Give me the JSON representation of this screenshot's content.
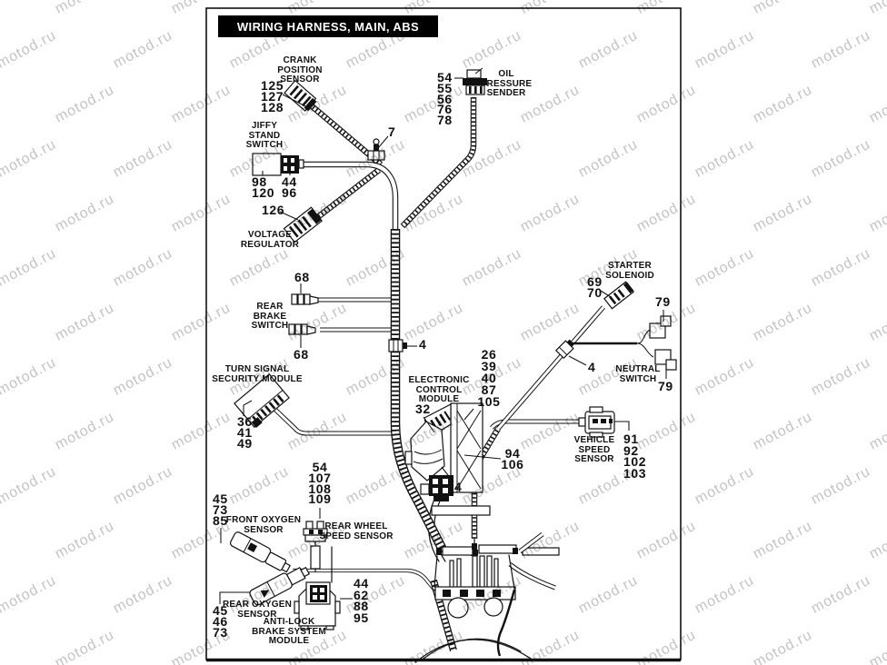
{
  "title": "WIRING HARNESS, MAIN, ABS",
  "watermark": {
    "text": "motod.ru",
    "color": "#c4c4c4"
  },
  "colors": {
    "line": "#111111",
    "title_bg": "#000000",
    "title_fg": "#ffffff",
    "paper": "#ffffff"
  },
  "labels": {
    "crank": {
      "name": "CRANK\nPOSITION\nSENSOR",
      "nums": "125\n127\n128"
    },
    "jiffy": {
      "name": "JIFFY\nSTAND\nSWITCH",
      "nums_left": "98\n120",
      "nums_right": "44\n96"
    },
    "voltage": {
      "name": "VOLTAGE\nREGULATOR",
      "nums": "126"
    },
    "oil": {
      "name": "OIL\nPRESSURE\nSENDER",
      "nums": "54\n55\n56\n76\n78"
    },
    "clamp7": "7",
    "rear_brake": {
      "name": "REAR\nBRAKE\nSWITCH",
      "num_top": "68",
      "num_bottom": "68"
    },
    "clamp4_main": "4",
    "tssm": {
      "name": "TURN SIGNAL\nSECURITY MODULE",
      "nums": "36\n41\n49"
    },
    "ecm": {
      "name": "ELECTRONIC\nCONTROL\nMODULE",
      "nums": "26\n39\n40\n87\n105",
      "num_left": "32",
      "nums_right": "94\n106",
      "num_bottom": "4"
    },
    "starter": {
      "name": "STARTER\nSOLENOID",
      "nums": "69\n70"
    },
    "neutral": {
      "name": "NEUTRAL\nSWITCH",
      "num_top": "79",
      "num_bottom": "79",
      "clamp_num": "4"
    },
    "vss": {
      "name": "VEHICLE\nSPEED\nSENSOR",
      "nums": "91\n92\n102\n103"
    },
    "front_o2": {
      "name": "FRONT OXYGEN\nSENSOR",
      "nums": "45\n73\n85"
    },
    "rwss": {
      "name": "REAR WHEEL\nSPEED SENSOR",
      "nums": "54\n107\n108\n109"
    },
    "rear_o2": {
      "name": "REAR OXYGEN\nSENSOR",
      "nums": "45\n46\n73"
    },
    "abs": {
      "name": "ANTI-LOCK\nBRAKE SYSTEM\nMODULE",
      "nums": "44\n62\n88\n95"
    }
  }
}
